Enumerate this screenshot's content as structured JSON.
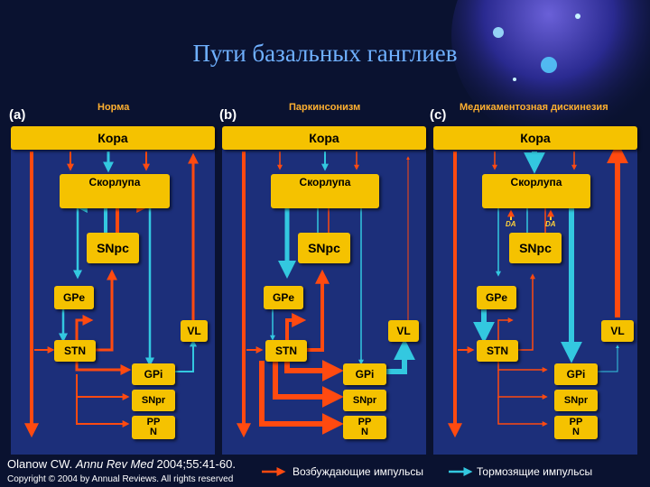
{
  "title": "Пути базальных ганглиев",
  "panels": [
    {
      "letter": "(a)",
      "title": "Норма"
    },
    {
      "letter": "(b)",
      "title": "Паркинсонизм"
    },
    {
      "letter": "(c)",
      "title": "Медикаментозная дискинезия"
    }
  ],
  "nodes": {
    "cortex": "Кора",
    "striatum": "Скорлупа",
    "snpc": "SNpc",
    "gpe": "GPe",
    "stn": "STN",
    "vl": "VL",
    "gpi": "GPi",
    "snpr": "SNpr",
    "ppn": "PPN"
  },
  "da_label": "DA",
  "citation": {
    "author": "Olanow CW. ",
    "journal": "Annu Rev Med",
    "details": " 2004;55:41-60."
  },
  "copyright": "Copyright © 2004 by Annual Reviews. All rights reserved",
  "legend": [
    {
      "label": "Возбуждающие импульсы",
      "color": "#ff4a10"
    },
    {
      "label": "Тормозящие импульсы",
      "color": "#33c8e0"
    }
  ],
  "colors": {
    "excitatory": "#ff4a10",
    "inhibitory": "#33c8e0",
    "box": "#f5c200",
    "panel": "#1c2f7a",
    "background": "#0a1230"
  }
}
